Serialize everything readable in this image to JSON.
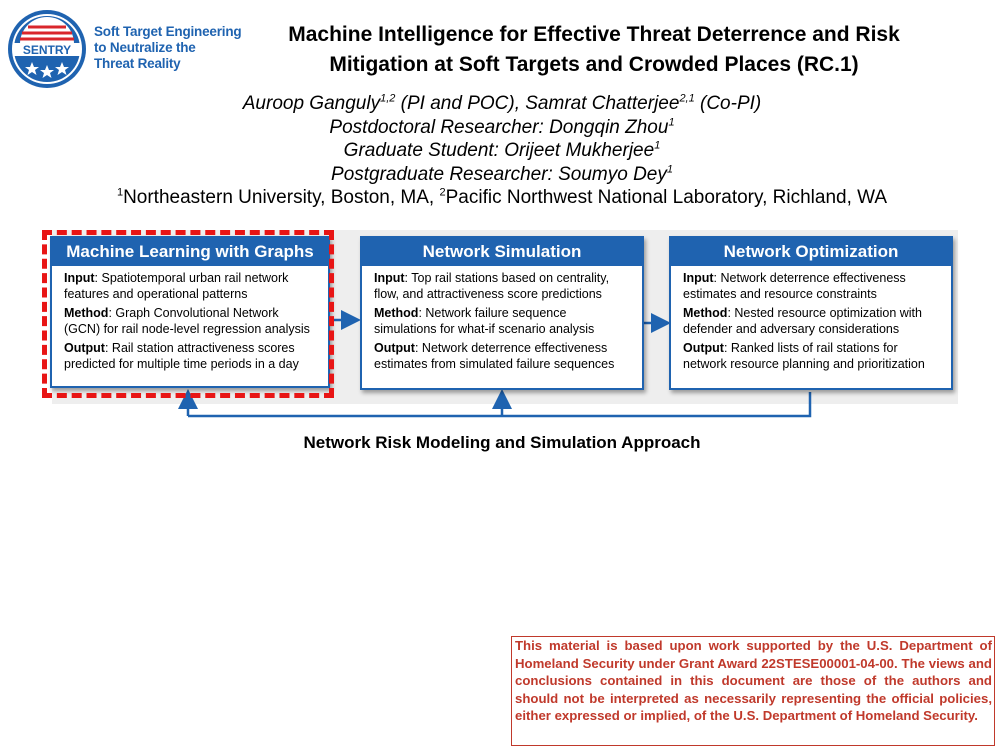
{
  "logo": {
    "badge_text": "SENTRY",
    "line1": "Soft Target Engineering",
    "line2": "to Neutralize the",
    "line3": "Threat Reality",
    "color": "#1f63b0"
  },
  "title": {
    "line1": "Machine Intelligence for Effective Threat Deterrence and Risk",
    "line2": "Mitigation at Soft Targets and Crowded Places (RC.1)"
  },
  "authors": {
    "a1_name": "Auroop Ganguly",
    "a1_sup": "1,2",
    "a1_role": " (PI and POC), ",
    "a2_name": "Samrat Chatterjee",
    "a2_sup": "2,1",
    "a2_role": " (Co-PI)",
    "postdoc": "Postdoctoral Researcher: Dongqin Zhou",
    "postdoc_sup": "1",
    "grad": "Graduate Student: Orijeet Mukherjee",
    "grad_sup": "1",
    "postgrad": "Postgraduate Researcher: Soumyo Dey",
    "postgrad_sup": "1",
    "aff1_sup": "1",
    "aff1": "Northeastern University, Boston, MA, ",
    "aff2_sup": "2",
    "aff2": "Pacific Northwest National Laboratory, Richland, WA"
  },
  "boxes": [
    {
      "title": "Machine Learning with Graphs",
      "input_label": "Input",
      "input": ": Spatiotemporal urban rail network features and operational patterns",
      "method_label": "Method",
      "method": ": Graph Convolutional Network (GCN) for rail node-level regression analysis",
      "output_label": "Output",
      "output": ": Rail station attractiveness scores predicted for multiple time periods in a day"
    },
    {
      "title": "Network Simulation",
      "input_label": "Input",
      "input": ": Top rail stations based on centrality, flow, and attractiveness score predictions",
      "method_label": "Method",
      "method": ": Network failure sequence simulations for what-if scenario analysis",
      "output_label": "Output",
      "output": ": Network deterrence effectiveness estimates from simulated failure sequences"
    },
    {
      "title": "Network Optimization",
      "input_label": "Input",
      "input": ": Network deterrence effectiveness estimates and resource constraints",
      "method_label": "Method",
      "method": ": Nested resource optimization with defender and adversary considerations",
      "output_label": "Output",
      "output": ": Ranked lists of rail stations for network resource planning and prioritization"
    }
  ],
  "caption": "Network Risk Modeling and Simulation Approach",
  "disclaimer": "This material is based upon work supported by the U.S. Department of Homeland Security under Grant Award 22STESE00001-04-00. The views and conclusions contained in this document are those of the authors and should not be interpreted as necessarily representing the official policies, either expressed or implied, of the U.S. Department of Homeland Security.",
  "colors": {
    "accent_blue": "#1f63b0",
    "highlight_red": "#e81515",
    "disclaimer_red": "#c0392b"
  }
}
